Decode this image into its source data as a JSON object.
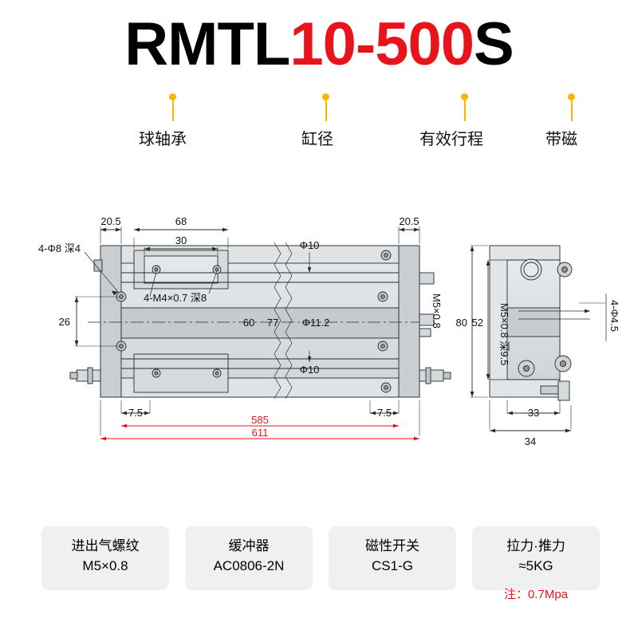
{
  "title": {
    "part1": "RMTL",
    "part2": "10-500",
    "part3": "S"
  },
  "callouts": [
    {
      "label": "球轴承"
    },
    {
      "label": "缸径"
    },
    {
      "label": "有效行程"
    },
    {
      "label": "带磁"
    }
  ],
  "drawing": {
    "front_dims": {
      "top_left": "20.5",
      "top_span": "68",
      "top_inner": "30",
      "top_right": "20.5",
      "bore_top": "Φ10",
      "rod_note": "4-Φ8 深4",
      "thread_note": "4-M4×0.7 深8",
      "left_height": "26",
      "mid_dim_1": "60",
      "mid_dim_2": "77",
      "bore_mid": "Φ11.2",
      "bore_bottom": "Φ10",
      "port_right": "M5×0.8",
      "bottom_left": "7.5",
      "bottom_right": "7.5",
      "stroke_dim": "585",
      "total_dim": "611"
    },
    "side_dims": {
      "height_outer": "80",
      "height_inner": "52",
      "port": "M5×0.8 深9.5",
      "hole": "4-Φ4.5",
      "width_inner": "33",
      "width_outer": "34"
    }
  },
  "specs": [
    {
      "l1": "进出气螺纹",
      "l2": "M5×0.8",
      "note": ""
    },
    {
      "l1": "缓冲器",
      "l2": "AC0806-2N",
      "note": ""
    },
    {
      "l1": "磁性开关",
      "l2": "CS1-G",
      "note": ""
    },
    {
      "l1": "拉力·推力",
      "l2": "≈5KG",
      "note": "注：0.7Mpa"
    }
  ],
  "colors": {
    "accent_red": "#e8141b",
    "callout_yellow": "#f5b800",
    "body_gray": "#d9dde0"
  }
}
